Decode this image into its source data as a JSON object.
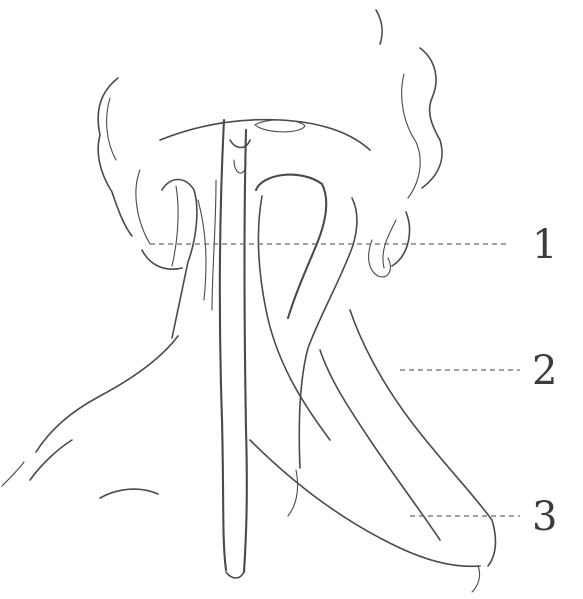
{
  "figure": {
    "callouts": [
      {
        "id": "1",
        "label": "1"
      },
      {
        "id": "2",
        "label": "2"
      },
      {
        "id": "3",
        "label": "3"
      }
    ]
  },
  "colors": {
    "ink": "#4a4a4a",
    "background": "#ffffff"
  }
}
